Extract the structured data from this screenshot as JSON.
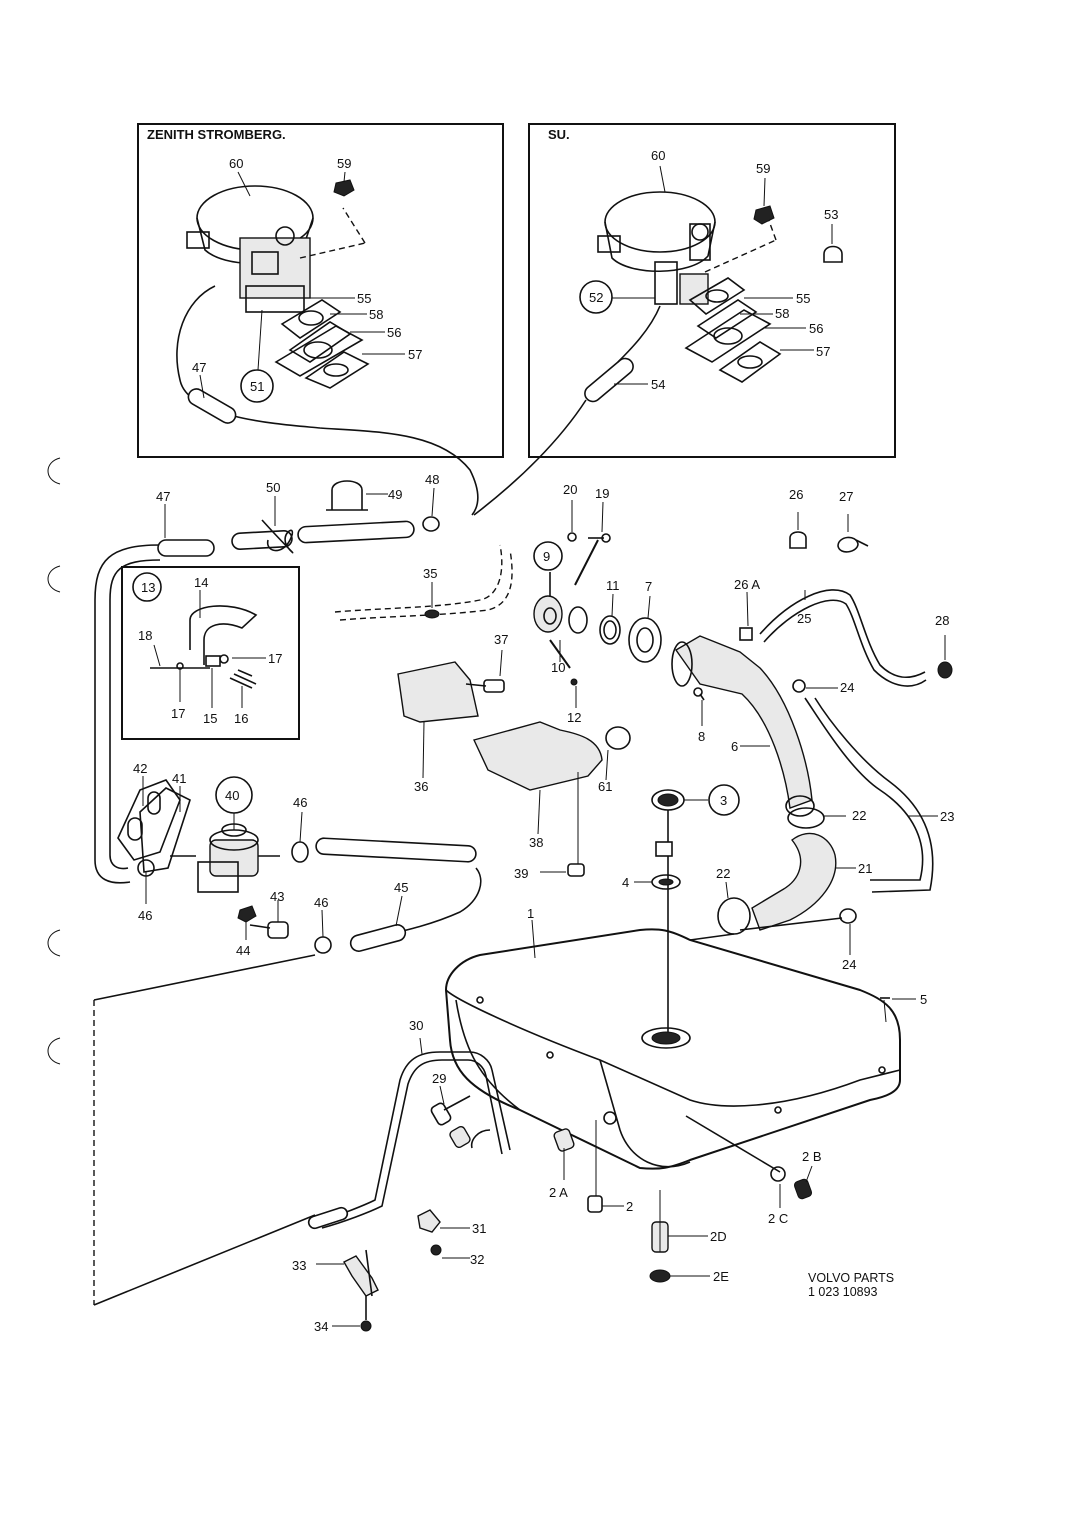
{
  "boxes": {
    "zenith_title": "ZENITH STROMBERG.",
    "su_title": "SU."
  },
  "labels": {
    "p1": "1",
    "p2": "2",
    "p2a": "2 A",
    "p2b": "2 B",
    "p2c": "2 C",
    "p2d": "2D",
    "p2e": "2E",
    "p3": "3",
    "p4": "4",
    "p5": "5",
    "p6": "6",
    "p7": "7",
    "p8": "8",
    "p9": "9",
    "p10": "10",
    "p11": "11",
    "p12": "12",
    "p13": "13",
    "p14": "14",
    "p15": "15",
    "p16": "16",
    "p17a": "17",
    "p17b": "17",
    "p18": "18",
    "p19": "19",
    "p20": "20",
    "p21": "21",
    "p22a": "22",
    "p22b": "22",
    "p23": "23",
    "p24a": "24",
    "p24b": "24",
    "p25": "25",
    "p26": "26",
    "p26a": "26 A",
    "p27": "27",
    "p28": "28",
    "p29": "29",
    "p30": "30",
    "p31": "31",
    "p32": "32",
    "p33": "33",
    "p34": "34",
    "p35": "35",
    "p36": "36",
    "p37": "37",
    "p38": "38",
    "p39": "39",
    "p40": "40",
    "p41": "41",
    "p42": "42",
    "p43": "43",
    "p44": "44",
    "p45": "45",
    "p46a": "46",
    "p46b": "46",
    "p46c": "46",
    "p47a": "47",
    "p47b": "47",
    "p48": "48",
    "p49": "49",
    "p50": "50",
    "p51": "51",
    "p52": "52",
    "p53": "53",
    "p54": "54",
    "p55a": "55",
    "p55b": "55",
    "p56a": "56",
    "p56b": "56",
    "p57a": "57",
    "p57b": "57",
    "p58a": "58",
    "p58b": "58",
    "p59a": "59",
    "p59b": "59",
    "p60a": "60",
    "p60b": "60",
    "p61": "61"
  },
  "credit": {
    "line1": "VOLVO  PARTS",
    "line2": "1  023  10893"
  }
}
